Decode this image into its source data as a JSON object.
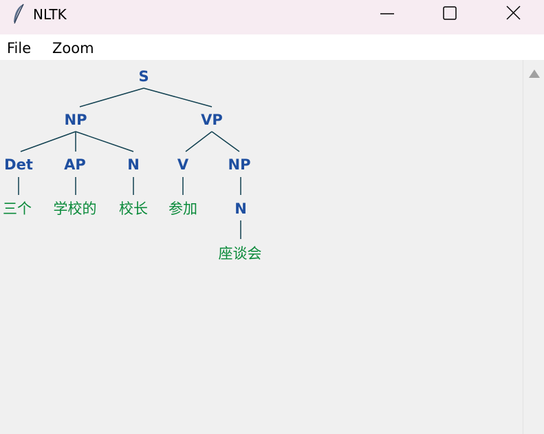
{
  "window": {
    "title": "NLTK",
    "controls": {
      "minimize": "minimize-icon",
      "maximize": "maximize-icon",
      "close": "close-icon"
    }
  },
  "menu": {
    "file": "File",
    "zoom": "Zoom"
  },
  "tree": {
    "root": "S",
    "np": "NP",
    "vp": "VP",
    "det": "Det",
    "ap": "AP",
    "n1": "N",
    "v": "V",
    "np2": "NP",
    "n2": "N",
    "w_det": "三个",
    "w_ap": "学校的",
    "w_n1": "校长",
    "w_v": "参加",
    "w_n2": "座谈会"
  },
  "colors": {
    "titlebar": "#f7ecf2",
    "node": "#1f4fa0",
    "leaf": "#0a8a3a",
    "edge": "#0f3f4f"
  }
}
